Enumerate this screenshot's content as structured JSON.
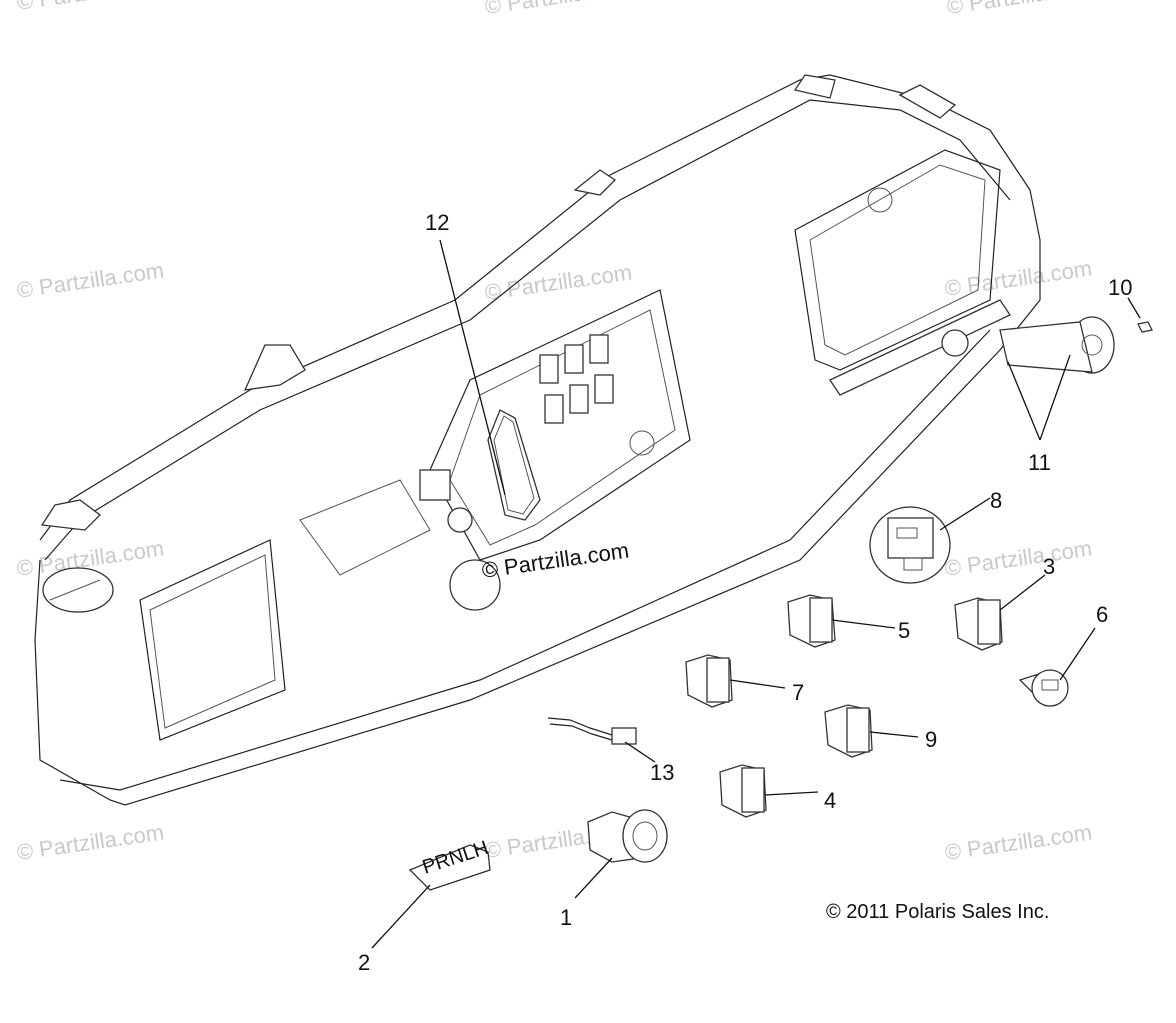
{
  "watermark": "© Partzilla.com",
  "copyright": "© 2011 Polaris Sales Inc.",
  "callouts": {
    "c1": "1",
    "c2": "2",
    "c3": "3",
    "c4": "4",
    "c5": "5",
    "c6": "6",
    "c7": "7",
    "c8": "8",
    "c9": "9",
    "c10": "10",
    "c11": "11",
    "c12": "12",
    "c13": "13"
  },
  "parts_label_text": "PRNLH"
}
